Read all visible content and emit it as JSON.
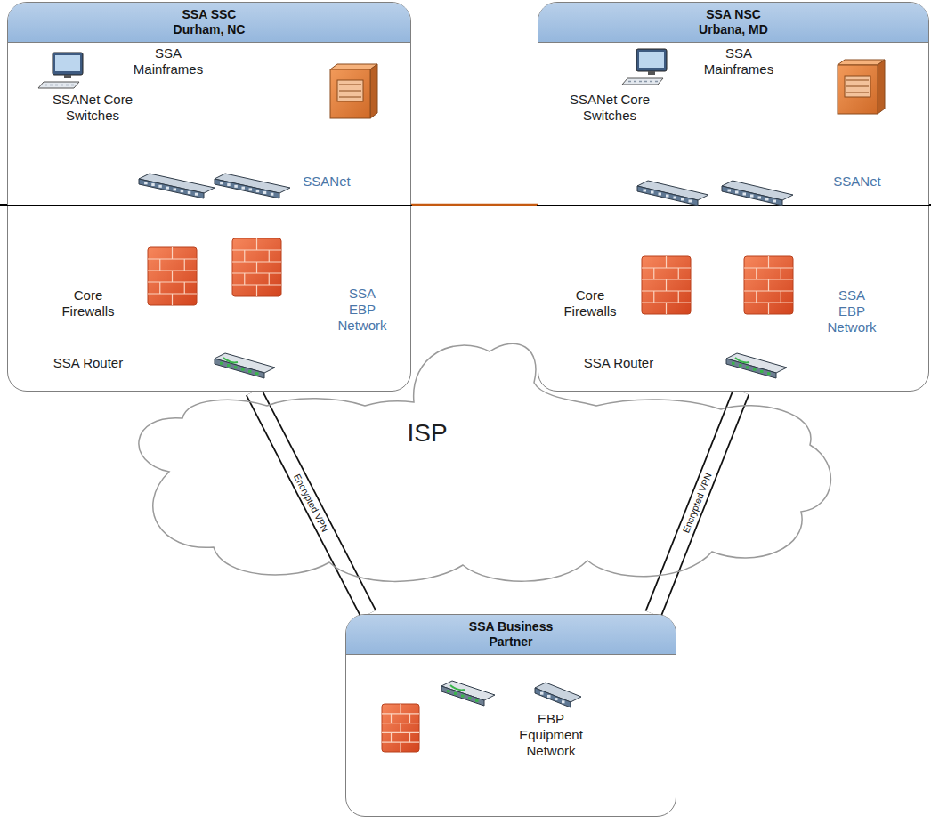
{
  "diagram": {
    "nodes": [
      {
        "text": [
          "SSA SSC Durham, NC",
          "SSA Mainframes",
          "SSANet Core Switches",
          "SSANet",
          "Core Firewalls",
          "SSA EBP Network",
          "SSA Router"
        ]
      },
      {
        "text": [
          "SSA NSC Urbana, MD",
          "SSA Mainframes",
          "SSANet Core Switches",
          "SSANet",
          "Core Firewalls",
          "SSA EBP Network",
          "SSA Router"
        ]
      },
      {
        "text": [
          "ISP"
        ]
      },
      {
        "text": [
          "SSA Business Partner",
          "EBP Equipment Network"
        ]
      }
    ],
    "edges": [
      {
        "from": 0,
        "to": 3,
        "label": "Encrypted VPN",
        "arrow": "none"
      },
      {
        "from": 1,
        "to": 3,
        "label": "Encrypted VPN",
        "arrow": "none"
      },
      {
        "from": 0,
        "to": 1,
        "arrow": "none"
      }
    ]
  }
}
